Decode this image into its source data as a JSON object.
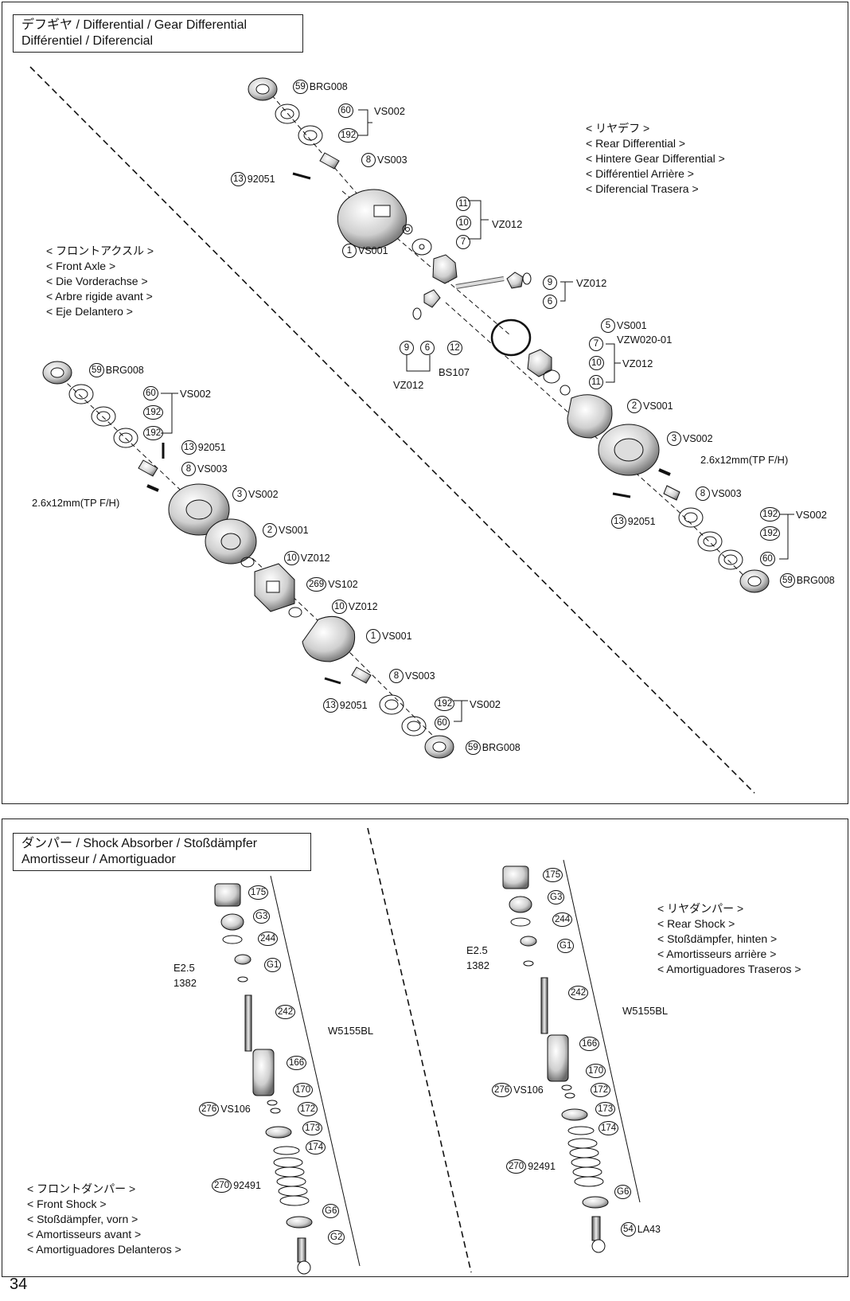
{
  "diff": {
    "title_line1": "デフギヤ / Differential / Gear Differential",
    "title_line2": "Différentiel / Diferencial",
    "rear": [
      "< リヤデフ >",
      "< Rear Differential >",
      "< Hintere Gear Differential >",
      "< Différentiel Arrière >",
      "< Diferencial Trasera >"
    ],
    "front": [
      "< フロントアクスル >",
      "< Front Axle >",
      "< Die Vorderachse >",
      "< Arbre rigide avant >",
      "< Eje Delantero >"
    ]
  },
  "shock": {
    "title_line1": "ダンパー / Shock Absorber / Stoßdämpfer",
    "title_line2": "Amortisseur / Amortiguador",
    "rear": [
      "< リヤダンパー >",
      "< Rear Shock >",
      "< Stoßdämpfer, hinten >",
      "< Amortisseurs arrière >",
      "< Amortiguadores Traseros >"
    ],
    "front": [
      "< フロントダンパー >",
      "< Front Shock >",
      "< Stoßdämpfer, vorn >",
      "< Amortisseurs avant >",
      "< Amortiguadores Delanteros >"
    ]
  },
  "callouts": {
    "r59a": {
      "n": "59",
      "t": "BRG008"
    },
    "r60a": {
      "n": "60",
      "t": ""
    },
    "r192a": {
      "n": "192",
      "t": ""
    },
    "r8a": {
      "n": "8",
      "t": "VS003"
    },
    "r13a": {
      "n": "13",
      "t": "92051"
    },
    "r11a": {
      "n": "11",
      "t": ""
    },
    "r10a": {
      "n": "10",
      "t": ""
    },
    "r7a": {
      "n": "7",
      "t": ""
    },
    "r1a": {
      "n": "1",
      "t": "VS001"
    },
    "r9a": {
      "n": "9",
      "t": ""
    },
    "r6a": {
      "n": "6",
      "t": ""
    },
    "r9b": {
      "n": "9",
      "t": ""
    },
    "r6b": {
      "n": "6",
      "t": ""
    },
    "r12": {
      "n": "12",
      "t": ""
    },
    "r5": {
      "n": "5",
      "t": "VS001"
    },
    "r7b": {
      "n": "7",
      "t": ""
    },
    "r10b": {
      "n": "10",
      "t": ""
    },
    "r11b": {
      "n": "11",
      "t": ""
    },
    "r2": {
      "n": "2",
      "t": "VS001"
    },
    "r3": {
      "n": "3",
      "t": "VS002"
    },
    "r8b": {
      "n": "8",
      "t": "VS003"
    },
    "r13b": {
      "n": "13",
      "t": "92051"
    },
    "r192b": {
      "n": "192",
      "t": ""
    },
    "r192c": {
      "n": "192",
      "t": ""
    },
    "r60b": {
      "n": "60",
      "t": ""
    },
    "r59b": {
      "n": "59",
      "t": "BRG008"
    },
    "f59a": {
      "n": "59",
      "t": "BRG008"
    },
    "f60": {
      "n": "60",
      "t": ""
    },
    "f192a": {
      "n": "192",
      "t": ""
    },
    "f192b": {
      "n": "192",
      "t": ""
    },
    "f13a": {
      "n": "13",
      "t": "92051"
    },
    "f8a": {
      "n": "8",
      "t": "VS003"
    },
    "f3": {
      "n": "3",
      "t": "VS002"
    },
    "f2": {
      "n": "2",
      "t": "VS001"
    },
    "f10a": {
      "n": "10",
      "t": "VZ012"
    },
    "f269": {
      "n": "269",
      "t": "VS102"
    },
    "f10b": {
      "n": "10",
      "t": "VZ012"
    },
    "f1": {
      "n": "1",
      "t": "VS001"
    },
    "f8b": {
      "n": "8",
      "t": "VS003"
    },
    "f13b": {
      "n": "13",
      "t": "92051"
    },
    "f192c": {
      "n": "192",
      "t": ""
    },
    "f60b": {
      "n": "60",
      "t": ""
    },
    "f59b": {
      "n": "59",
      "t": "BRG008"
    },
    "sl175": {
      "n": "175",
      "t": ""
    },
    "slG3": {
      "n": "G3",
      "t": ""
    },
    "sl244": {
      "n": "244",
      "t": ""
    },
    "slG1": {
      "n": "G1",
      "t": ""
    },
    "sl242": {
      "n": "242",
      "t": ""
    },
    "sl166": {
      "n": "166",
      "t": ""
    },
    "sl170": {
      "n": "170",
      "t": ""
    },
    "sl276": {
      "n": "276",
      "t": "VS106"
    },
    "sl172": {
      "n": "172",
      "t": ""
    },
    "sl173": {
      "n": "173",
      "t": ""
    },
    "sl174": {
      "n": "174",
      "t": ""
    },
    "sl270": {
      "n": "270",
      "t": "92491"
    },
    "slG6": {
      "n": "G6",
      "t": ""
    },
    "slG2": {
      "n": "G2",
      "t": ""
    },
    "sr175": {
      "n": "175",
      "t": ""
    },
    "srG3": {
      "n": "G3",
      "t": ""
    },
    "sr244": {
      "n": "244",
      "t": ""
    },
    "srG1": {
      "n": "G1",
      "t": ""
    },
    "sr242": {
      "n": "242",
      "t": ""
    },
    "sr166": {
      "n": "166",
      "t": ""
    },
    "sr170": {
      "n": "170",
      "t": ""
    },
    "sr276": {
      "n": "276",
      "t": "VS106"
    },
    "sr172": {
      "n": "172",
      "t": ""
    },
    "sr173": {
      "n": "173",
      "t": ""
    },
    "sr174": {
      "n": "174",
      "t": ""
    },
    "sr270": {
      "n": "270",
      "t": "92491"
    },
    "srG6": {
      "n": "G6",
      "t": ""
    },
    "sr54": {
      "n": "54",
      "t": "LA43"
    }
  },
  "labels": {
    "r_vs002": "VS002",
    "r_vz012a": "VZ012",
    "r_vz012b": "VZ012",
    "r_vz012c": "VZ012",
    "r_bs107": "BS107",
    "r_vzw": "VZW020-01",
    "r_vz012d": "VZ012",
    "r_screw": "2.6x12mm(TP F/H)",
    "r_vs002b": "VS002",
    "f_vs002": "VS002",
    "f_screw": "2.6x12mm(TP F/H)",
    "f_vs002b": "VS002",
    "sl_e25": "E2.5",
    "sl_1382": "1382",
    "sl_w": "W5155BL",
    "sr_e25": "E2.5",
    "sr_1382": "1382",
    "sr_w": "W5155BL"
  },
  "page_number": "34"
}
